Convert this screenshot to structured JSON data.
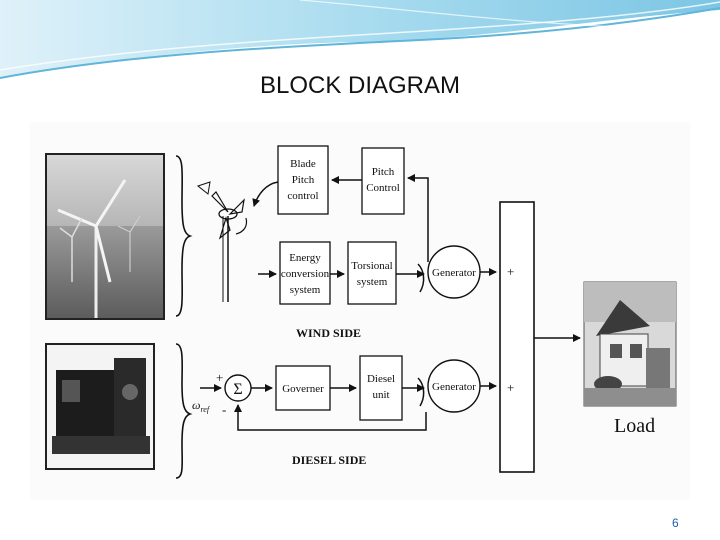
{
  "slide": {
    "title": "BLOCK DIAGRAM",
    "page_number": "6"
  },
  "diagram": {
    "blocks": {
      "blade_pitch": [
        "Blade",
        "Pitch",
        "control"
      ],
      "pitch_control": [
        "Pitch",
        "Control"
      ],
      "energy_conversion": [
        "Energy",
        "conversion",
        "system"
      ],
      "torsional": [
        "Torsional",
        "system"
      ],
      "generator_wind": "Generator",
      "governor": "Governer",
      "diesel_unit": [
        "Diesel",
        "unit"
      ],
      "generator_diesel": "Generator"
    },
    "sum_symbol": "Σ",
    "sum_signs": {
      "plus": "+",
      "minus": "-"
    },
    "bus_signs": {
      "top": "+",
      "bottom": "+"
    },
    "reference_label": "ω",
    "reference_subscript": "ref",
    "section_labels": {
      "wind": "WIND SIDE",
      "diesel": "DIESEL SIDE"
    },
    "load_label": "Load"
  },
  "colors": {
    "banner_light": "#cfeaf6",
    "banner_mid": "#8fcfe9",
    "page_number": "#1f5fae"
  }
}
